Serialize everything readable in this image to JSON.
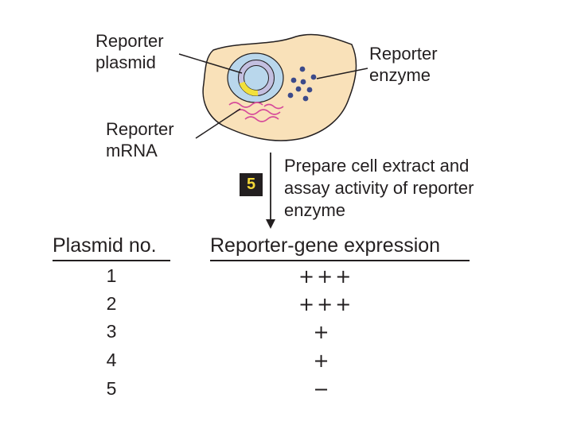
{
  "labels": {
    "plasmid": [
      "Reporter",
      "plasmid"
    ],
    "enzyme": [
      "Reporter",
      "enzyme"
    ],
    "mrna": [
      "Reporter",
      "mRNA"
    ]
  },
  "step": {
    "number": "5",
    "description": [
      "Prepare cell extract and",
      "assay activity of reporter",
      "enzyme"
    ]
  },
  "table": {
    "headers": [
      "Plasmid no.",
      "Reporter-gene expression"
    ],
    "rows": [
      {
        "plasmid": "1",
        "expression": "+++"
      },
      {
        "plasmid": "2",
        "expression": "+++"
      },
      {
        "plasmid": "3",
        "expression": "+"
      },
      {
        "plasmid": "4",
        "expression": "+"
      },
      {
        "plasmid": "5",
        "expression": "−"
      }
    ]
  },
  "colors": {
    "cell_fill": "#f9e1b9",
    "nucleus_fill": "#b9d7ec",
    "plasmid_ring": "#c3bfe0",
    "reporter_gene": "#f2e03c",
    "enzyme_dots": "#3c4a8a",
    "mrna": "#d64a9a",
    "text": "#231f20",
    "step_badge_bg": "#231f20",
    "step_badge_text": "#f4d838"
  }
}
